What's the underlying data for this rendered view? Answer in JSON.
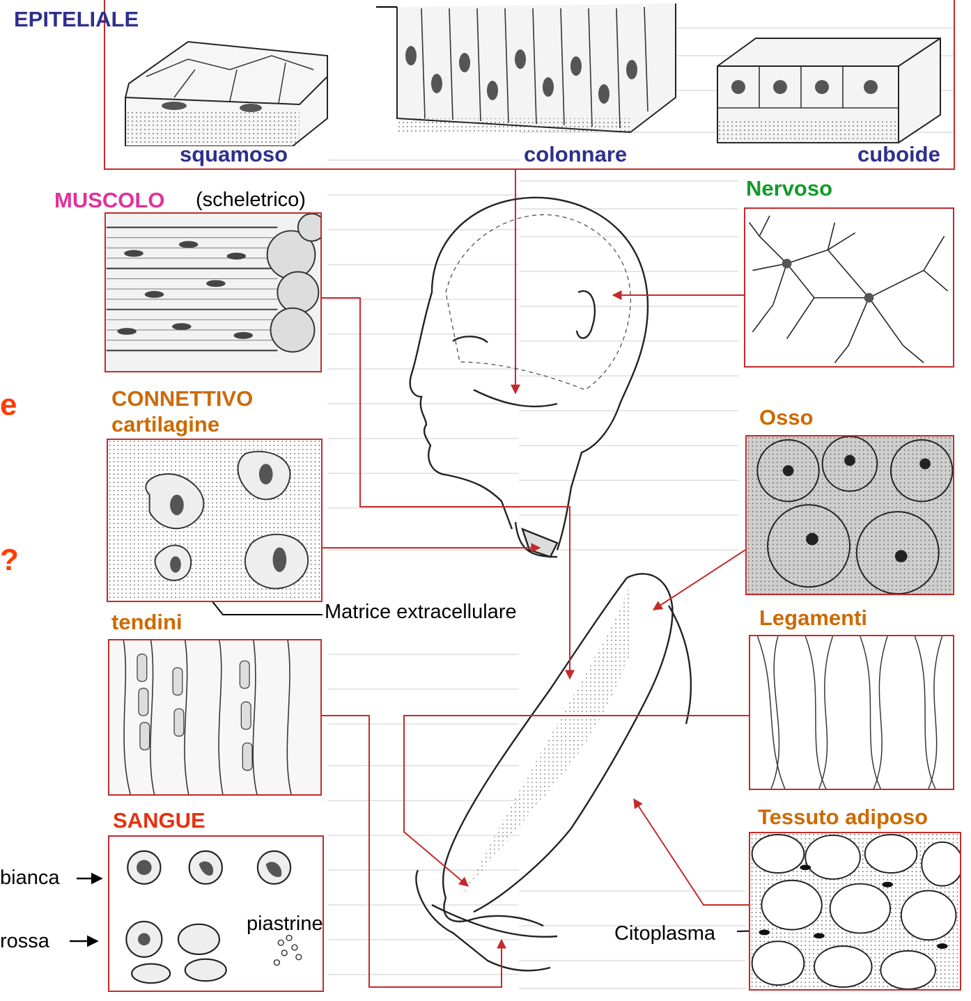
{
  "labels": {
    "epiteliale": "EPITELIALE",
    "squamoso": "squamoso",
    "colonnare": "colonnare",
    "cuboide": "cuboide",
    "muscolo": "MUSCOLO",
    "scheletrico": "(scheletrico)",
    "nervoso": "Nervoso",
    "connettivo": "CONNETTIVO",
    "cartilagine": "cartilagine",
    "osso": "Osso",
    "matrice": "Matrice extracellulare",
    "tendini": "tendini",
    "legamenti": "Legamenti",
    "sangue": "SANGUE",
    "adiposo": "Tessuto adiposo",
    "piastrine": "piastrine",
    "citoplasma": "Citoplasma",
    "bianca": "bianca",
    "rossa": "rossa",
    "side_e": "e",
    "side_q": "?"
  },
  "colors": {
    "line": "#c42a2a",
    "blue": "#2e2f8c",
    "orange": "#cc6a00",
    "pink": "#e0319c",
    "green": "#129a2a",
    "red": "#e8300f",
    "side": "#ff3c00"
  }
}
